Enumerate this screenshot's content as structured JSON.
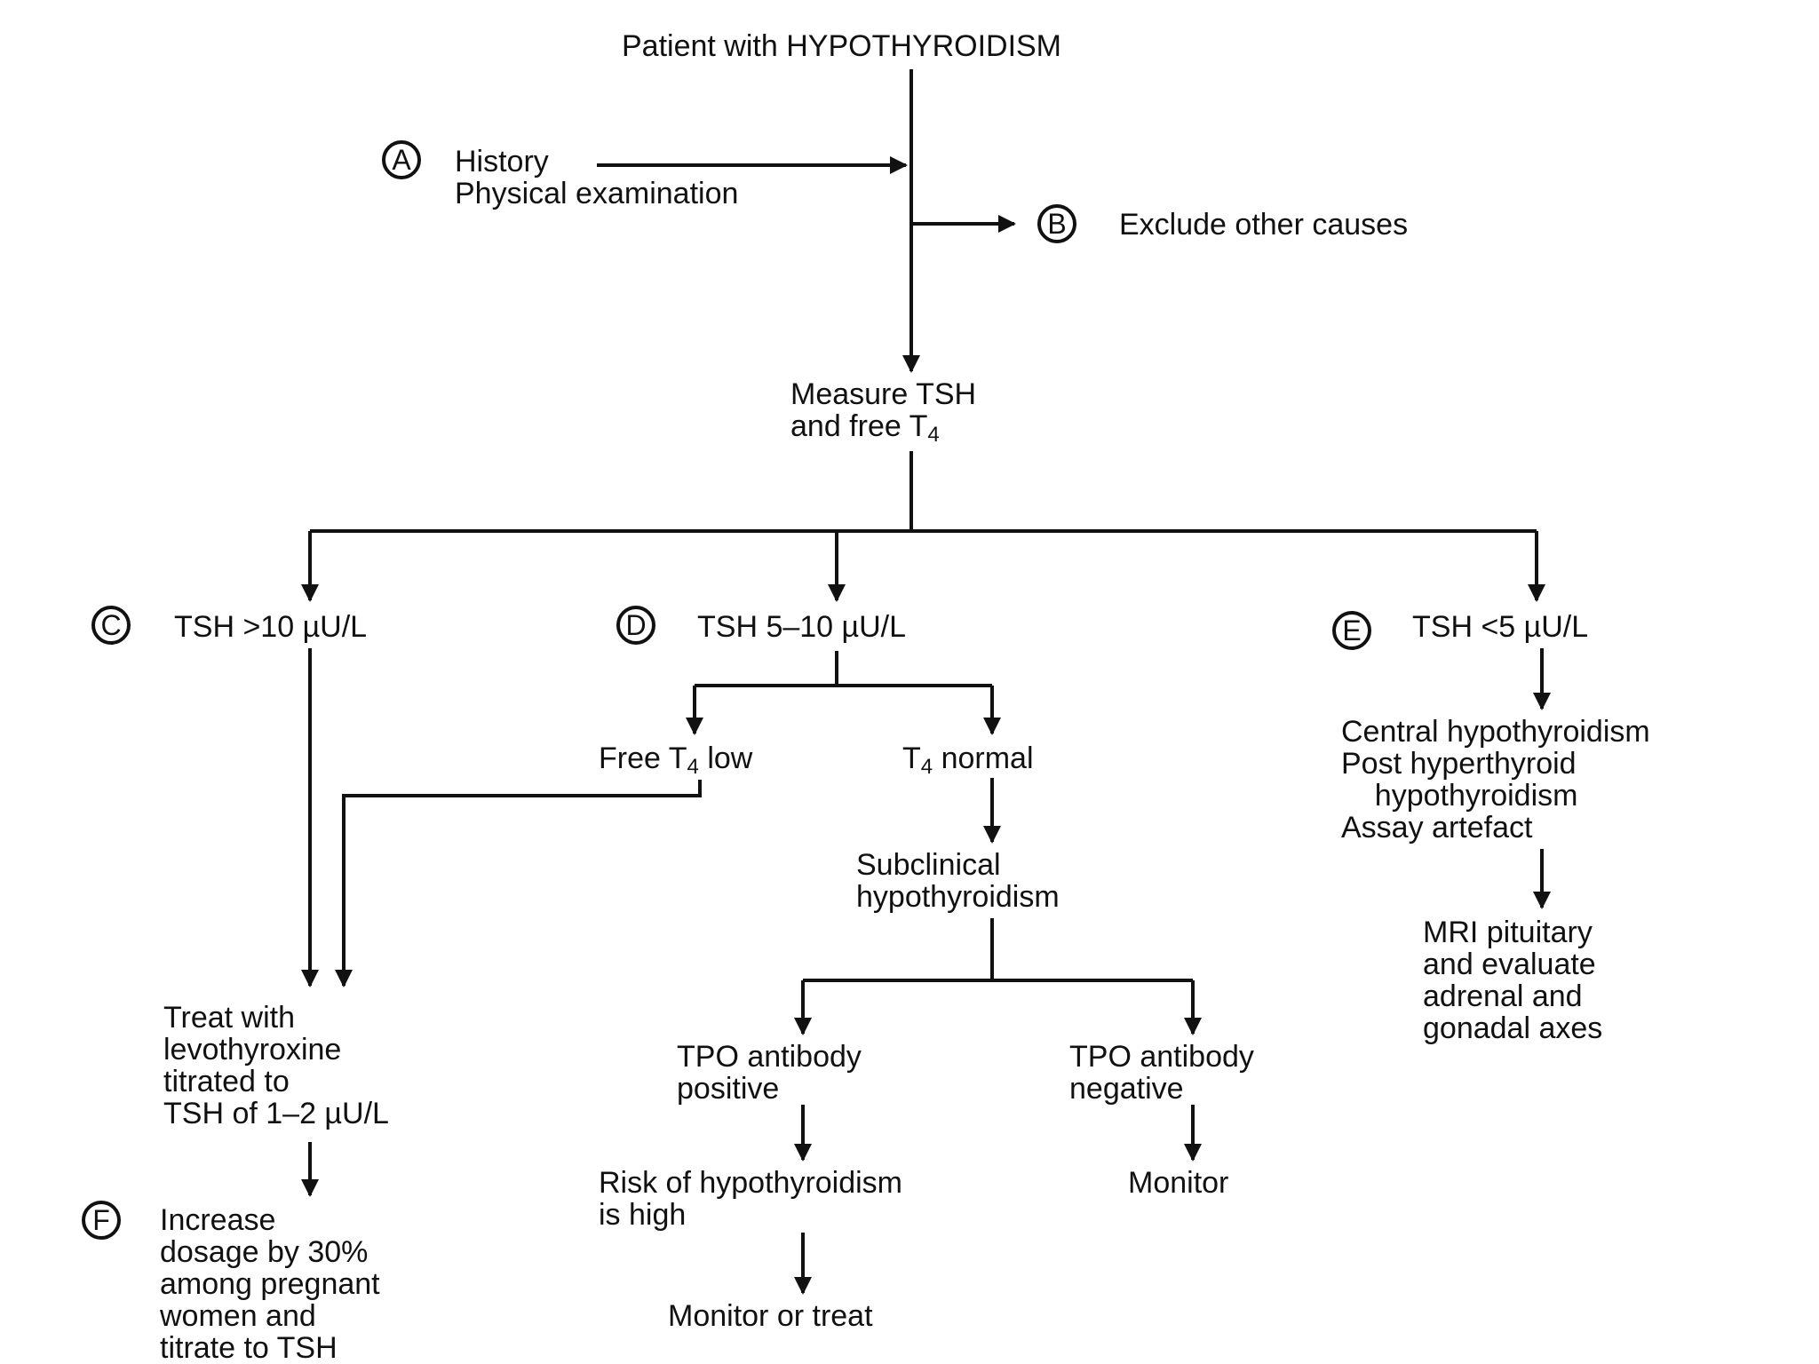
{
  "nodes": {
    "root": "Patient with HYPOTHYROIDISM",
    "a_label": "A",
    "a_text": "History\nPhysical examination",
    "b_label": "B",
    "b_text": "Exclude other causes",
    "measure_line1": "Measure TSH",
    "measure_line2_prefix": "and free T",
    "measure_line2_sub": "4",
    "c_label": "C",
    "c_text": "TSH >10 µU/L",
    "d_label": "D",
    "d_text": "TSH 5–10 µU/L",
    "e_label": "E",
    "e_text": "TSH <5 µU/L",
    "free_t4_prefix": "Free T",
    "free_t4_sub": "4",
    "free_t4_suffix": " low",
    "t4_normal_prefix": "T",
    "t4_normal_sub": "4",
    "t4_normal_suffix": " normal",
    "subclinical": "Subclinical\nhypothyroidism",
    "tpo_pos": "TPO antibody\npositive",
    "tpo_neg": "TPO antibody\nnegative",
    "risk": "Risk of hypothyroidism\nis high",
    "monitor": "Monitor",
    "monitor_or_treat": "Monitor or treat",
    "treat": "Treat with\nlevothyroxine\ntitrated to\nTSH of 1–2 µU/L",
    "f_label": "F",
    "f_text": "Increase\ndosage by 30%\namong pregnant\nwomen and\ntitrate to TSH",
    "central": "Central hypothyroidism\nPost hyperthyroid\n    hypothyroidism\nAssay artefact",
    "mri": "MRI pituitary\nand evaluate\nadrenal and\ngonadal axes"
  },
  "colors": {
    "ink": "#111111",
    "background": "#ffffff"
  }
}
